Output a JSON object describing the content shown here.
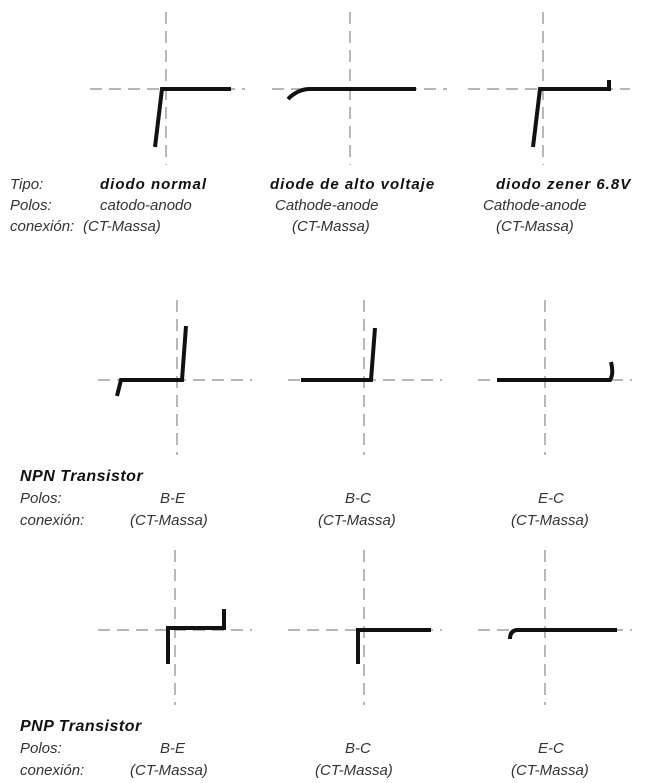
{
  "diodes": {
    "labels": {
      "type": "Tipo:",
      "poles": "Polos:",
      "connection": "conexión:"
    },
    "items": [
      {
        "type": "diodo normal",
        "poles": "catodo-anodo",
        "connection": "(CT-Massa)"
      },
      {
        "type": "diode de alto voltaje",
        "poles": "Cathode-anode",
        "connection": "(CT-Massa)"
      },
      {
        "type": "diodo zener 6.8V",
        "poles": "Cathode-anode",
        "connection": "(CT-Massa)"
      }
    ]
  },
  "npn": {
    "title": "NPN Transistor",
    "labels": {
      "poles": "Polos:",
      "connection": "conexión:"
    },
    "items": [
      {
        "poles": "B-E",
        "connection": "(CT-Massa)"
      },
      {
        "poles": "B-C",
        "connection": "(CT-Massa)"
      },
      {
        "poles": "E-C",
        "connection": "(CT-Massa)"
      }
    ]
  },
  "pnp": {
    "title": "PNP Transistor",
    "labels": {
      "poles": "Polos:",
      "connection": "conexión:"
    },
    "items": [
      {
        "poles": "B-E",
        "connection": "(CT-Massa)"
      },
      {
        "poles": "B-C",
        "connection": "(CT-Massa)"
      },
      {
        "poles": "E-C",
        "connection": "(CT-Massa)"
      }
    ]
  },
  "colors": {
    "trace": "#111111",
    "axis": "#8a8a8a",
    "text": "#333333"
  }
}
